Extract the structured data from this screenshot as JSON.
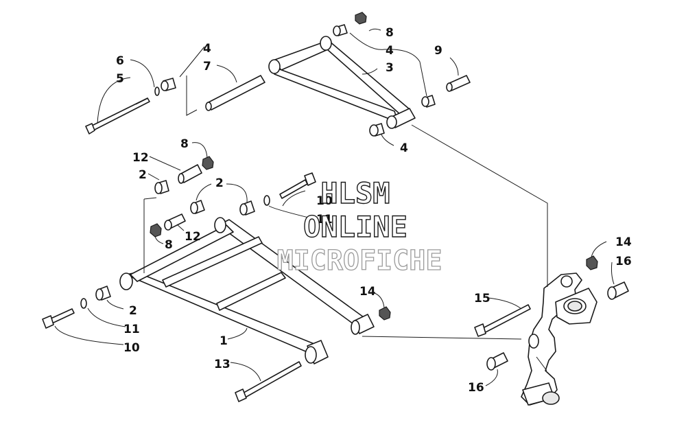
{
  "callouts": {
    "c1": "1",
    "c2a": "2",
    "c2b": "2",
    "c2c": "2",
    "c3": "3",
    "c4a": "4",
    "c4b": "4",
    "c4c": "4",
    "c5": "5",
    "c6": "6",
    "c7": "7",
    "c8a": "8",
    "c8b": "8",
    "c8c": "8",
    "c9": "9",
    "c10a": "10",
    "c10b": "10",
    "c11a": "11",
    "c11b": "11",
    "c12a": "12",
    "c12b": "12",
    "c13": "13",
    "c14a": "14",
    "c14b": "14",
    "c15": "15",
    "c16a": "16",
    "c16b": "16"
  },
  "watermark": {
    "line1": "HLSM",
    "line2": "ONLINE",
    "line3": "MICROFICHE"
  }
}
